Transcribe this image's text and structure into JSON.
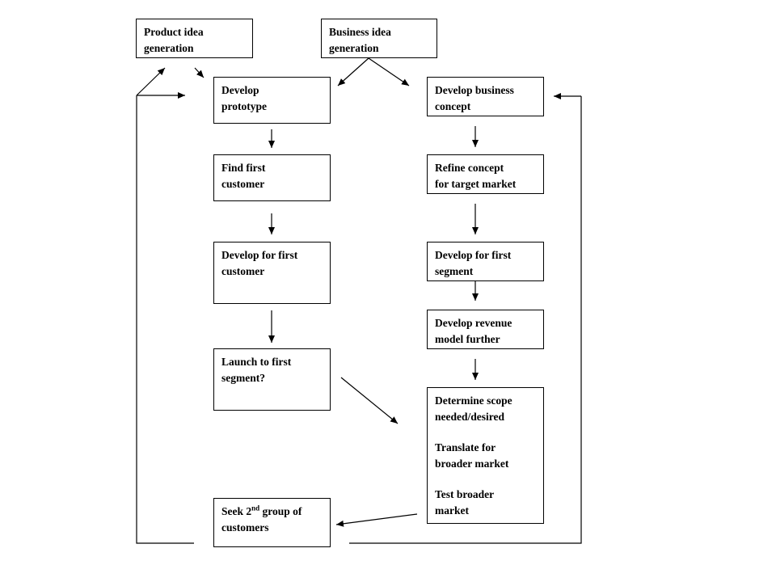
{
  "diagram": {
    "product_idea": [
      "Product idea",
      "generation"
    ],
    "business_idea": [
      "Business idea",
      "generation"
    ],
    "develop_prototype": [
      "Develop",
      "prototype"
    ],
    "find_first_customer": [
      "Find first",
      "customer"
    ],
    "develop_for_first_customer": [
      "Develop for first",
      "customer"
    ],
    "launch_first_segment": [
      "Launch to first",
      "segment?"
    ],
    "seek_second_group": {
      "prefix": "Seek 2",
      "superscript": "nd",
      "suffix": " group of",
      "line2": "customers"
    },
    "develop_business_concept": [
      "Develop business",
      "concept"
    ],
    "refine_concept": [
      "Refine concept",
      "for target market"
    ],
    "develop_first_segment": [
      "Develop for first",
      "segment"
    ],
    "develop_revenue_model": [
      "Develop revenue",
      "model further"
    ],
    "determine_scope": {
      "para1": [
        "Determine scope",
        "needed/desired"
      ],
      "para2": [
        "Translate for",
        "broader market"
      ],
      "para3": [
        "Test broader",
        "market"
      ]
    }
  }
}
